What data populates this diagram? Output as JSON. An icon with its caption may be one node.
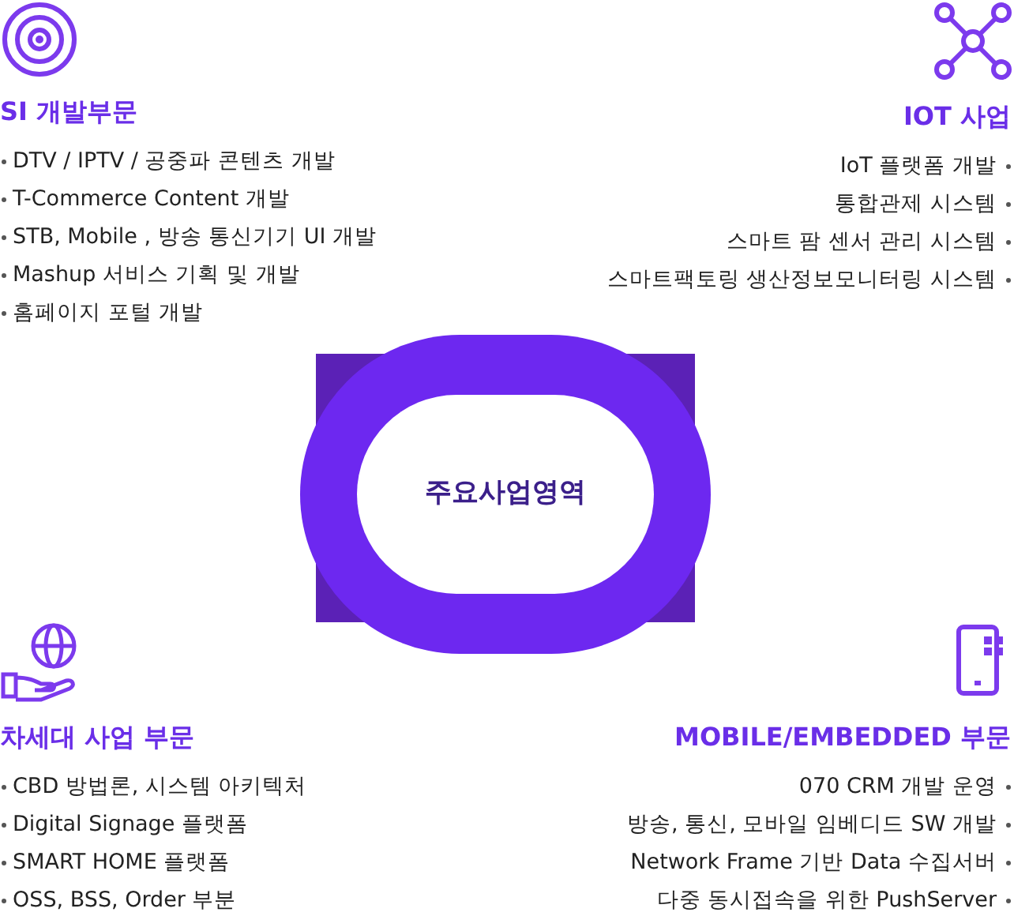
{
  "diagram": {
    "nodes": [
      {
        "text": [
          "주요사업영역"
        ]
      }
    ],
    "labels": [
      "SI 개발부문",
      "DTV / IPTV / 공중파 콘텐츠 개발",
      "T-Commerce Content 개발",
      "STB, Mobile , 방송 통신기기 UI 개발",
      "Mashup 서비스 기획 및 개발",
      "홈페이지 포털 개발",
      "IOT 사업",
      "IoT 플랫폼 개발",
      "통합관제 시스템",
      "스마트 팜 센서 관리 시스템",
      "스마트팩토링 생산정보모니터링 시스템",
      "차세대 사업 부문",
      "CBD 방법론, 시스템 아키텍처",
      "Digital Signage 플랫폼",
      "SMART HOME 플랫폼",
      "OSS, BSS, Order 부분",
      "MOBILE/EMBEDDED 부문",
      "070 CRM 개발 운영",
      "방송, 통신, 모바일 임베디드 SW 개발",
      "Network Frame 기반 Data 수집서버",
      "다중 동시접속을 위한 PushServer"
    ]
  }
}
